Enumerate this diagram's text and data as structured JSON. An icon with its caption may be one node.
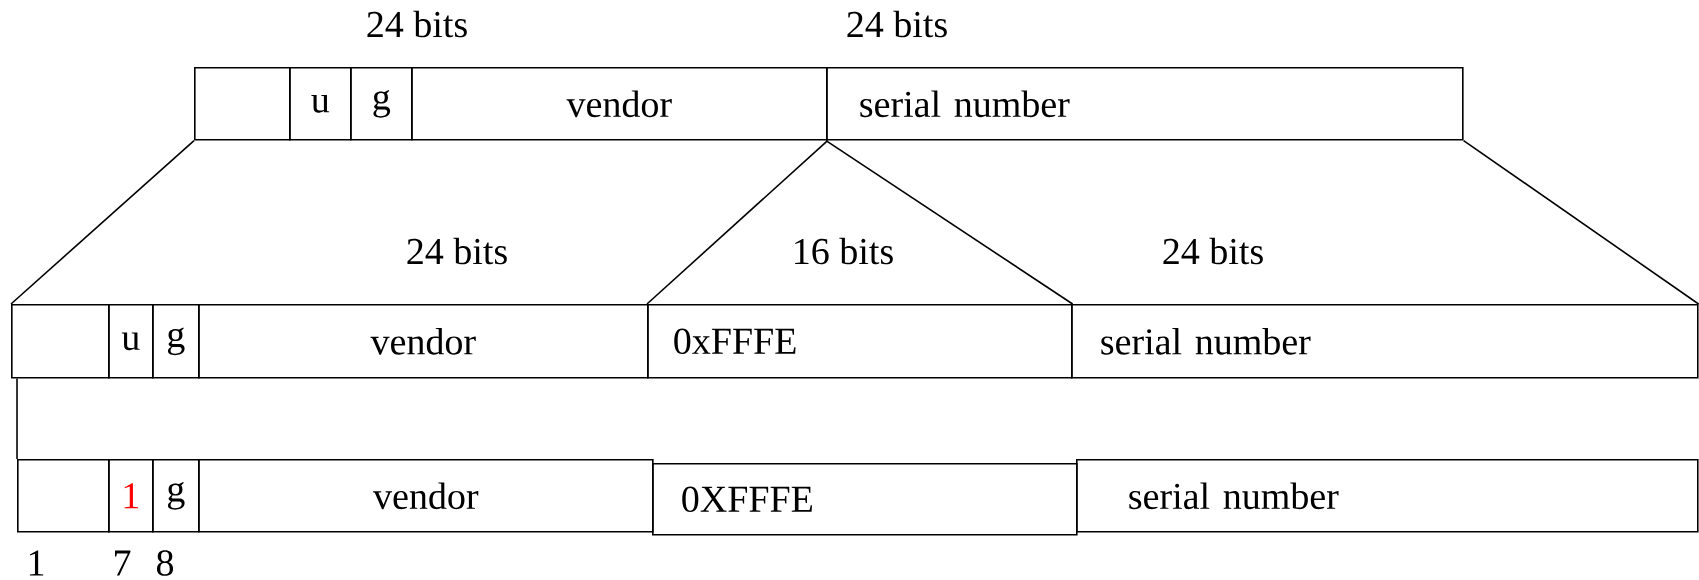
{
  "diagram": {
    "nodes": [
      {
        "text": [],
        "shape": "box"
      },
      {
        "text": [
          "u"
        ]
      },
      {
        "text": [
          "g"
        ]
      },
      {
        "text": [
          "vendor"
        ]
      },
      {
        "text": [
          "serial number"
        ]
      },
      {
        "text": [],
        "shape": "box"
      },
      {
        "text": [
          "u"
        ]
      },
      {
        "text": [
          "g"
        ]
      },
      {
        "text": [
          "vendor"
        ]
      },
      {
        "text": [
          "0xFFFE"
        ]
      },
      {
        "text": [
          "serial number"
        ]
      },
      {
        "text": [],
        "shape": "box"
      },
      {
        "text": [
          "1"
        ]
      },
      {
        "text": [
          "g"
        ]
      },
      {
        "text": [
          "vendor"
        ]
      },
      {
        "text": [
          "0XFFFE"
        ]
      },
      {
        "text": [
          "serial number"
        ]
      }
    ],
    "edges": [
      {
        "from": 0,
        "to": 5,
        "arrow": "none"
      },
      {
        "from": 3,
        "to": 9,
        "arrow": "none"
      },
      {
        "from": 4,
        "to": 9,
        "arrow": "none"
      },
      {
        "from": 4,
        "to": 10,
        "arrow": "none"
      },
      {
        "from": 5,
        "to": 11,
        "arrow": "none"
      }
    ],
    "labels": [
      "24 bits",
      "24 bits",
      "24 bits",
      "16 bits",
      "24 bits",
      "1",
      "7",
      "8"
    ]
  }
}
